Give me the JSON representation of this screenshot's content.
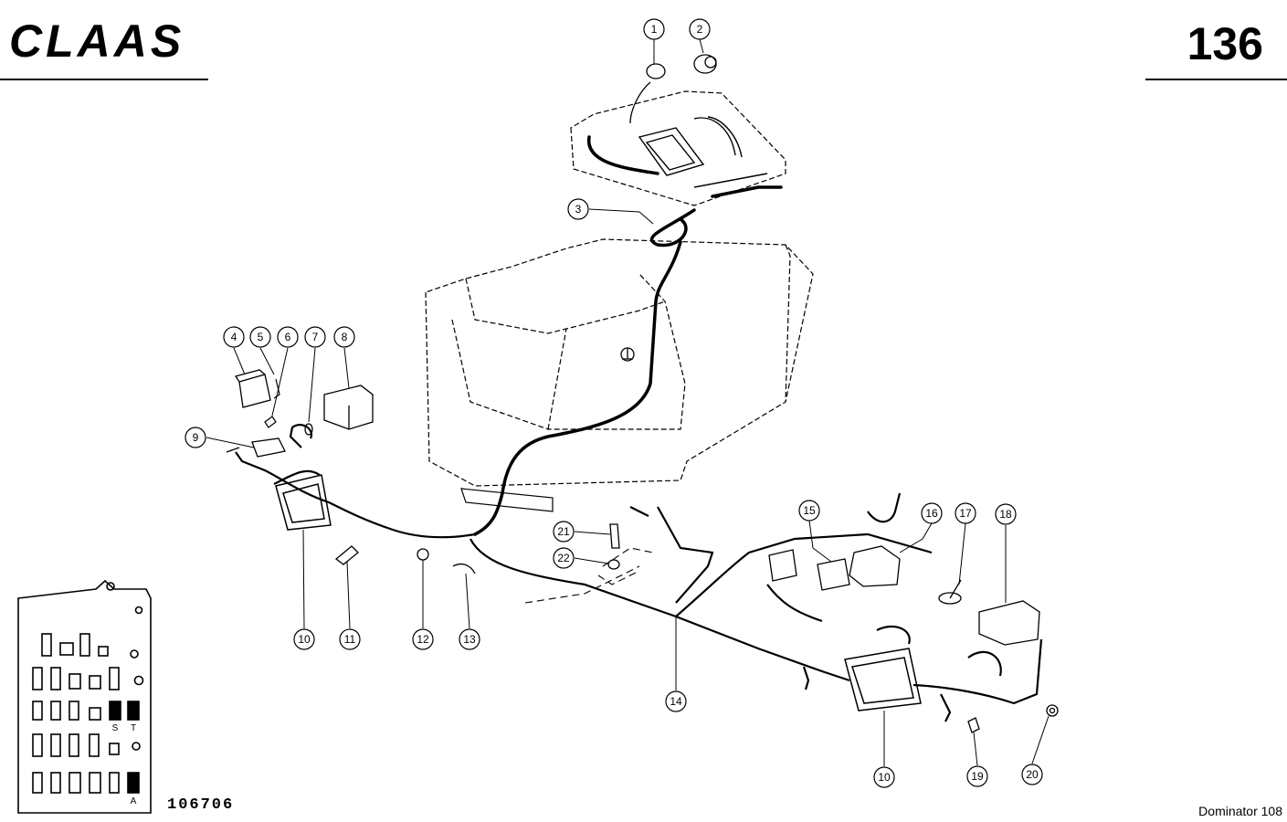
{
  "header": {
    "brand": "CLAAS",
    "page_number": "136"
  },
  "footer": {
    "drawing_number": "106706",
    "model": "Dominator 108"
  },
  "fuse_box_labels": [
    "S",
    "T",
    "A"
  ],
  "callouts": [
    {
      "id": "c1",
      "label": "1"
    },
    {
      "id": "c2",
      "label": "2"
    },
    {
      "id": "c3",
      "label": "3"
    },
    {
      "id": "c4",
      "label": "4"
    },
    {
      "id": "c5",
      "label": "5"
    },
    {
      "id": "c6",
      "label": "6"
    },
    {
      "id": "c7",
      "label": "7"
    },
    {
      "id": "c8",
      "label": "8"
    },
    {
      "id": "c9",
      "label": "9"
    },
    {
      "id": "c10a",
      "label": "10"
    },
    {
      "id": "c11",
      "label": "11"
    },
    {
      "id": "c12",
      "label": "12"
    },
    {
      "id": "c13",
      "label": "13"
    },
    {
      "id": "c14",
      "label": "14"
    },
    {
      "id": "c15",
      "label": "15"
    },
    {
      "id": "c16",
      "label": "16"
    },
    {
      "id": "c17",
      "label": "17"
    },
    {
      "id": "c18",
      "label": "18"
    },
    {
      "id": "c10b",
      "label": "10"
    },
    {
      "id": "c19",
      "label": "19"
    },
    {
      "id": "c20",
      "label": "20"
    },
    {
      "id": "c21",
      "label": "21"
    },
    {
      "id": "c22",
      "label": "22"
    }
  ]
}
